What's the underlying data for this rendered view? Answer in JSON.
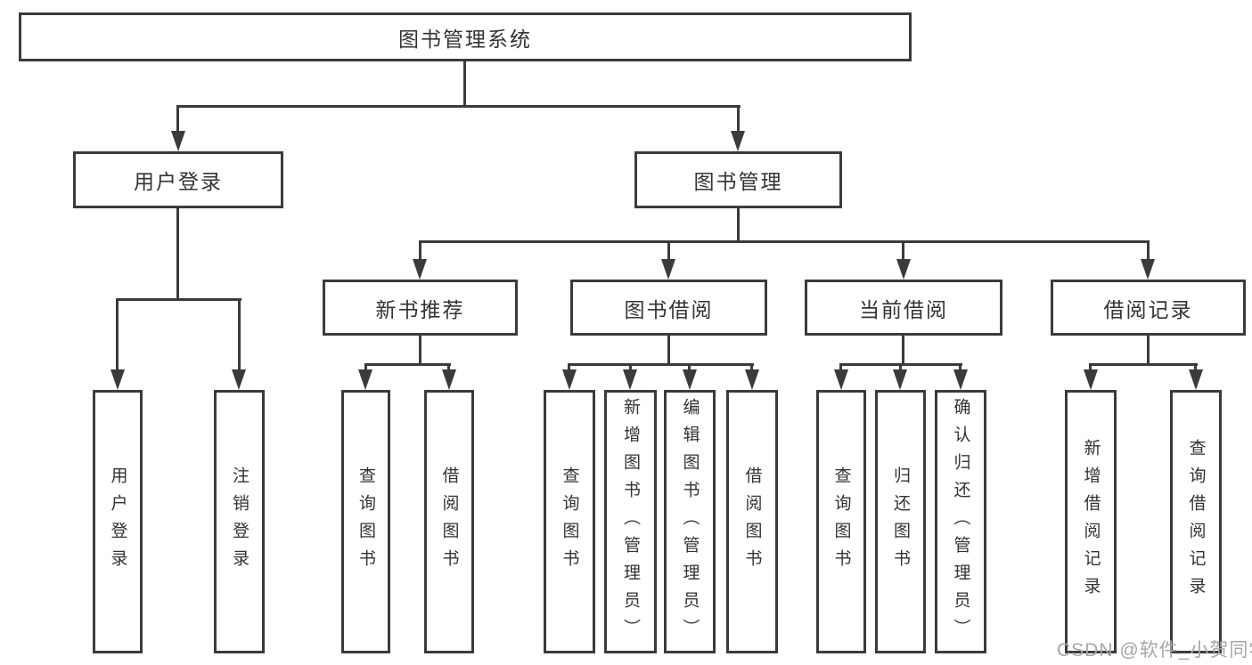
{
  "root": {
    "label": "图书管理系统"
  },
  "level2": {
    "user_login": {
      "label": "用户登录"
    },
    "book_mgmt": {
      "label": "图书管理"
    }
  },
  "level3": {
    "new_book": {
      "label": "新书推荐"
    },
    "book_borrow": {
      "label": "图书借阅"
    },
    "current_borrow": {
      "label": "当前借阅"
    },
    "borrow_record": {
      "label": "借阅记录"
    }
  },
  "leaves": {
    "user_login": {
      "label": "用户登录"
    },
    "logout": {
      "label": "注销登录"
    },
    "nb_query": {
      "label": "查询图书"
    },
    "nb_borrow": {
      "label": "借阅图书"
    },
    "bb_query": {
      "label": "查询图书"
    },
    "bb_add": {
      "label": "新增图书（管理员）"
    },
    "bb_edit": {
      "label": "编辑图书（管理员）"
    },
    "bb_borrow": {
      "label": "借阅图书"
    },
    "cb_query": {
      "label": "查询图书"
    },
    "cb_return": {
      "label": "归还图书"
    },
    "cb_confirm": {
      "label": "确认归还（管理员）"
    },
    "br_add": {
      "label": "新增借阅记录"
    },
    "br_query": {
      "label": "查询借阅记录"
    }
  },
  "watermark": {
    "text": "CSDN @软件_小贺同学"
  },
  "colors": {
    "line": "#3b3b3b",
    "text": "#333333",
    "box_bg": "#ffffff",
    "watermark": "#a6a6a6",
    "background": "#ffffff"
  }
}
